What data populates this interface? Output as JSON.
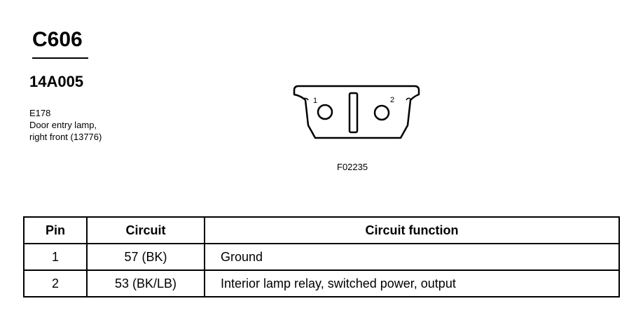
{
  "connector": {
    "id": "C606",
    "part_number": "14A005",
    "location_code": "E178",
    "description_lines": [
      "Door entry lamp,",
      "right front (13776)"
    ],
    "figure_code": "F02235",
    "pin_labels": [
      "1",
      "2"
    ]
  },
  "table": {
    "headers": [
      "Pin",
      "Circuit",
      "Circuit function"
    ],
    "rows": [
      {
        "pin": "1",
        "circuit": "57 (BK)",
        "function": "Ground"
      },
      {
        "pin": "2",
        "circuit": "53 (BK/LB)",
        "function": "Interior lamp relay, switched power, output"
      }
    ]
  }
}
